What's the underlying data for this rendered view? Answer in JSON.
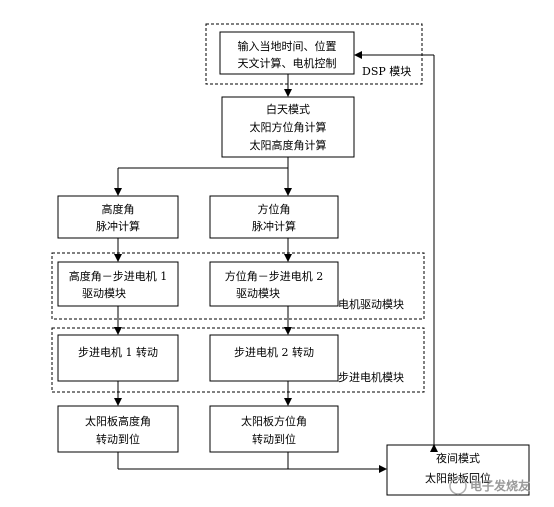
{
  "nodes": {
    "input": {
      "lines": [
        "输入当地时间、位置",
        "天文计算、电机控制"
      ]
    },
    "day_mode": {
      "lines": [
        "白天模式",
        "太阳方位角计算",
        "太阳高度角计算"
      ]
    },
    "alt_pulse": {
      "lines": [
        "高度角",
        "脉冲计算"
      ]
    },
    "az_pulse": {
      "lines": [
        "方位角",
        "脉冲计算"
      ]
    },
    "alt_driver": {
      "lines": [
        "高度角－步进电机 1",
        "驱动模块"
      ]
    },
    "az_driver": {
      "lines": [
        "方位角－步进电机 2",
        "驱动模块"
      ]
    },
    "motor1": {
      "lines": [
        "步进电机 1 转动"
      ]
    },
    "motor2": {
      "lines": [
        "步进电机 2 转动"
      ]
    },
    "alt_panel": {
      "lines": [
        "太阳板高度角",
        "转动到位"
      ]
    },
    "az_panel": {
      "lines": [
        "太阳板方位角",
        "转动到位"
      ]
    },
    "night_mode": {
      "lines": [
        "夜间模式",
        "太阳能板回位"
      ]
    }
  },
  "modules": {
    "dsp": "DSP 模块",
    "motor_driver": "电机驱动模块",
    "stepper": "步进电机模块"
  },
  "watermark": "电子发烧友"
}
